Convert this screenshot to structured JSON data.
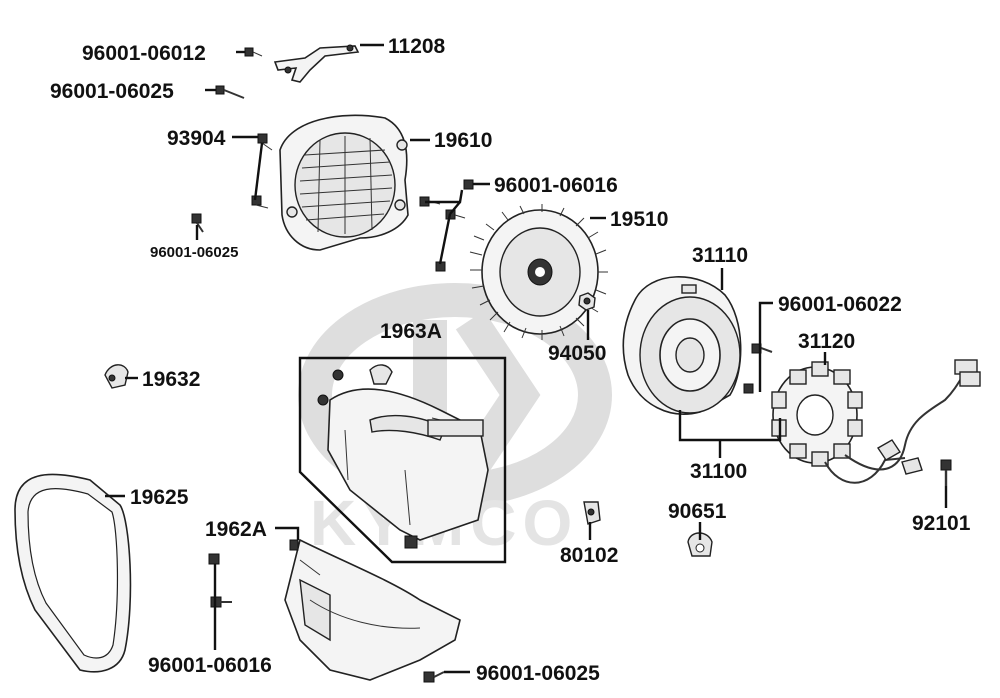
{
  "watermark": {
    "brand": "KYMCO"
  },
  "parts": {
    "p11208": "11208",
    "p96001_06012": "96001-06012",
    "p96001_06025_top": "96001-06025",
    "p93904": "93904",
    "p19610": "19610",
    "p96001_06016_top": "96001-06016",
    "p96001_06025_small": "96001-06025",
    "p19510": "19510",
    "p31110": "31110",
    "p96001_06022": "96001-06022",
    "p94050": "94050",
    "p1963A": "1963A",
    "p31120": "31120",
    "p19632": "19632",
    "p31100": "31100",
    "p19625": "19625",
    "p90651": "90651",
    "p92101": "92101",
    "p1962A": "1962A",
    "p80102": "80102",
    "p96001_06016_bottom": "96001-06016",
    "p96001_06025_bottom": "96001-06025"
  }
}
